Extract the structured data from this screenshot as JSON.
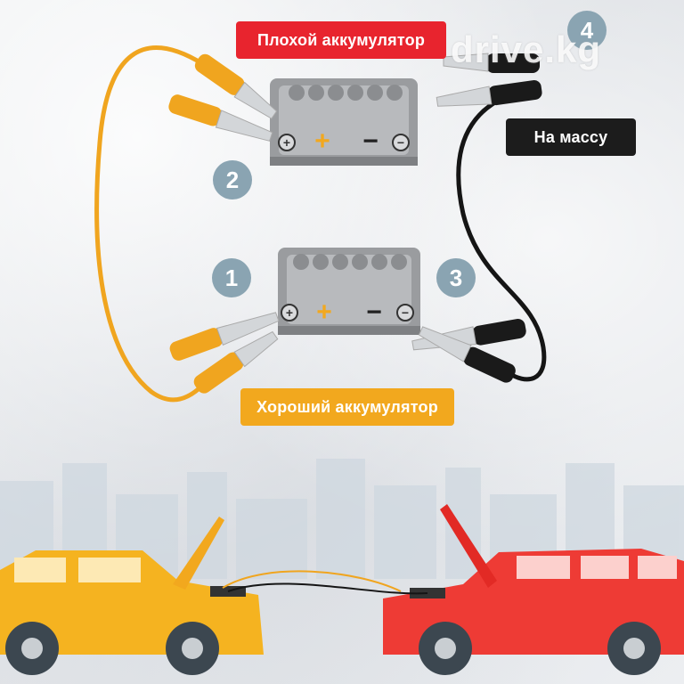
{
  "labels": {
    "bad_battery": "Плохой аккумулятор",
    "good_battery": "Хороший аккумулятор",
    "ground": "На массу"
  },
  "steps": [
    "1",
    "2",
    "3",
    "4"
  ],
  "watermark": "drive.kg",
  "battery_symbols": {
    "plus": "+",
    "minus": "−"
  },
  "colors": {
    "red_label": "#e8242e",
    "yellow_label": "#f2a81e",
    "black_label": "#1c1c1c",
    "step_circle": "#8aa4b2",
    "yellow_cable": "#f0a51f",
    "black_cable": "#151515",
    "yellow_car": "#f5b320",
    "red_car": "#ee3b35"
  }
}
